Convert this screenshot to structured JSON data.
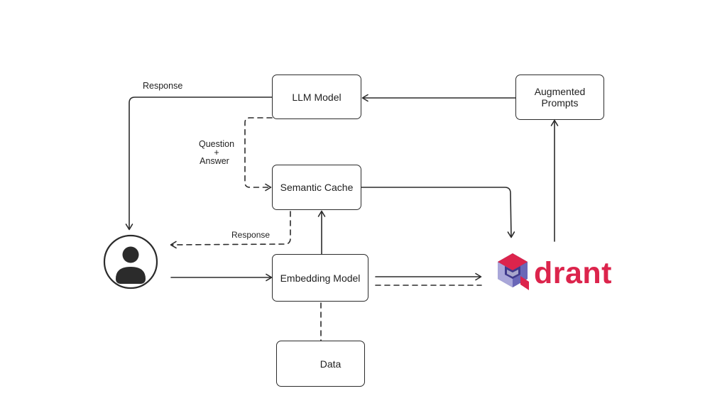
{
  "nodes": {
    "llm_model": "LLM Model",
    "augmented_prompts_line1": "Augmented",
    "augmented_prompts_line2": "Prompts",
    "semantic_cache": "Semantic Cache",
    "embedding_model": "Embedding Model",
    "data": "Data"
  },
  "labels": {
    "response_top": "Response",
    "question_line1": "Question",
    "question_line2": "+",
    "question_line3": "Answer",
    "response_mid": "Response"
  },
  "brand": {
    "logo_icon": "qdrant-logo-icon",
    "text": "drant",
    "text_color": "#dc244c"
  },
  "icons": {
    "user": "user-avatar-icon",
    "document": "document-icon"
  },
  "colors": {
    "stroke": "#2b2b2b",
    "logo_dark": "#3f3a8c",
    "logo_mid": "#6a67b8",
    "logo_light": "#a9a7d9",
    "logo_red": "#dc244c"
  }
}
